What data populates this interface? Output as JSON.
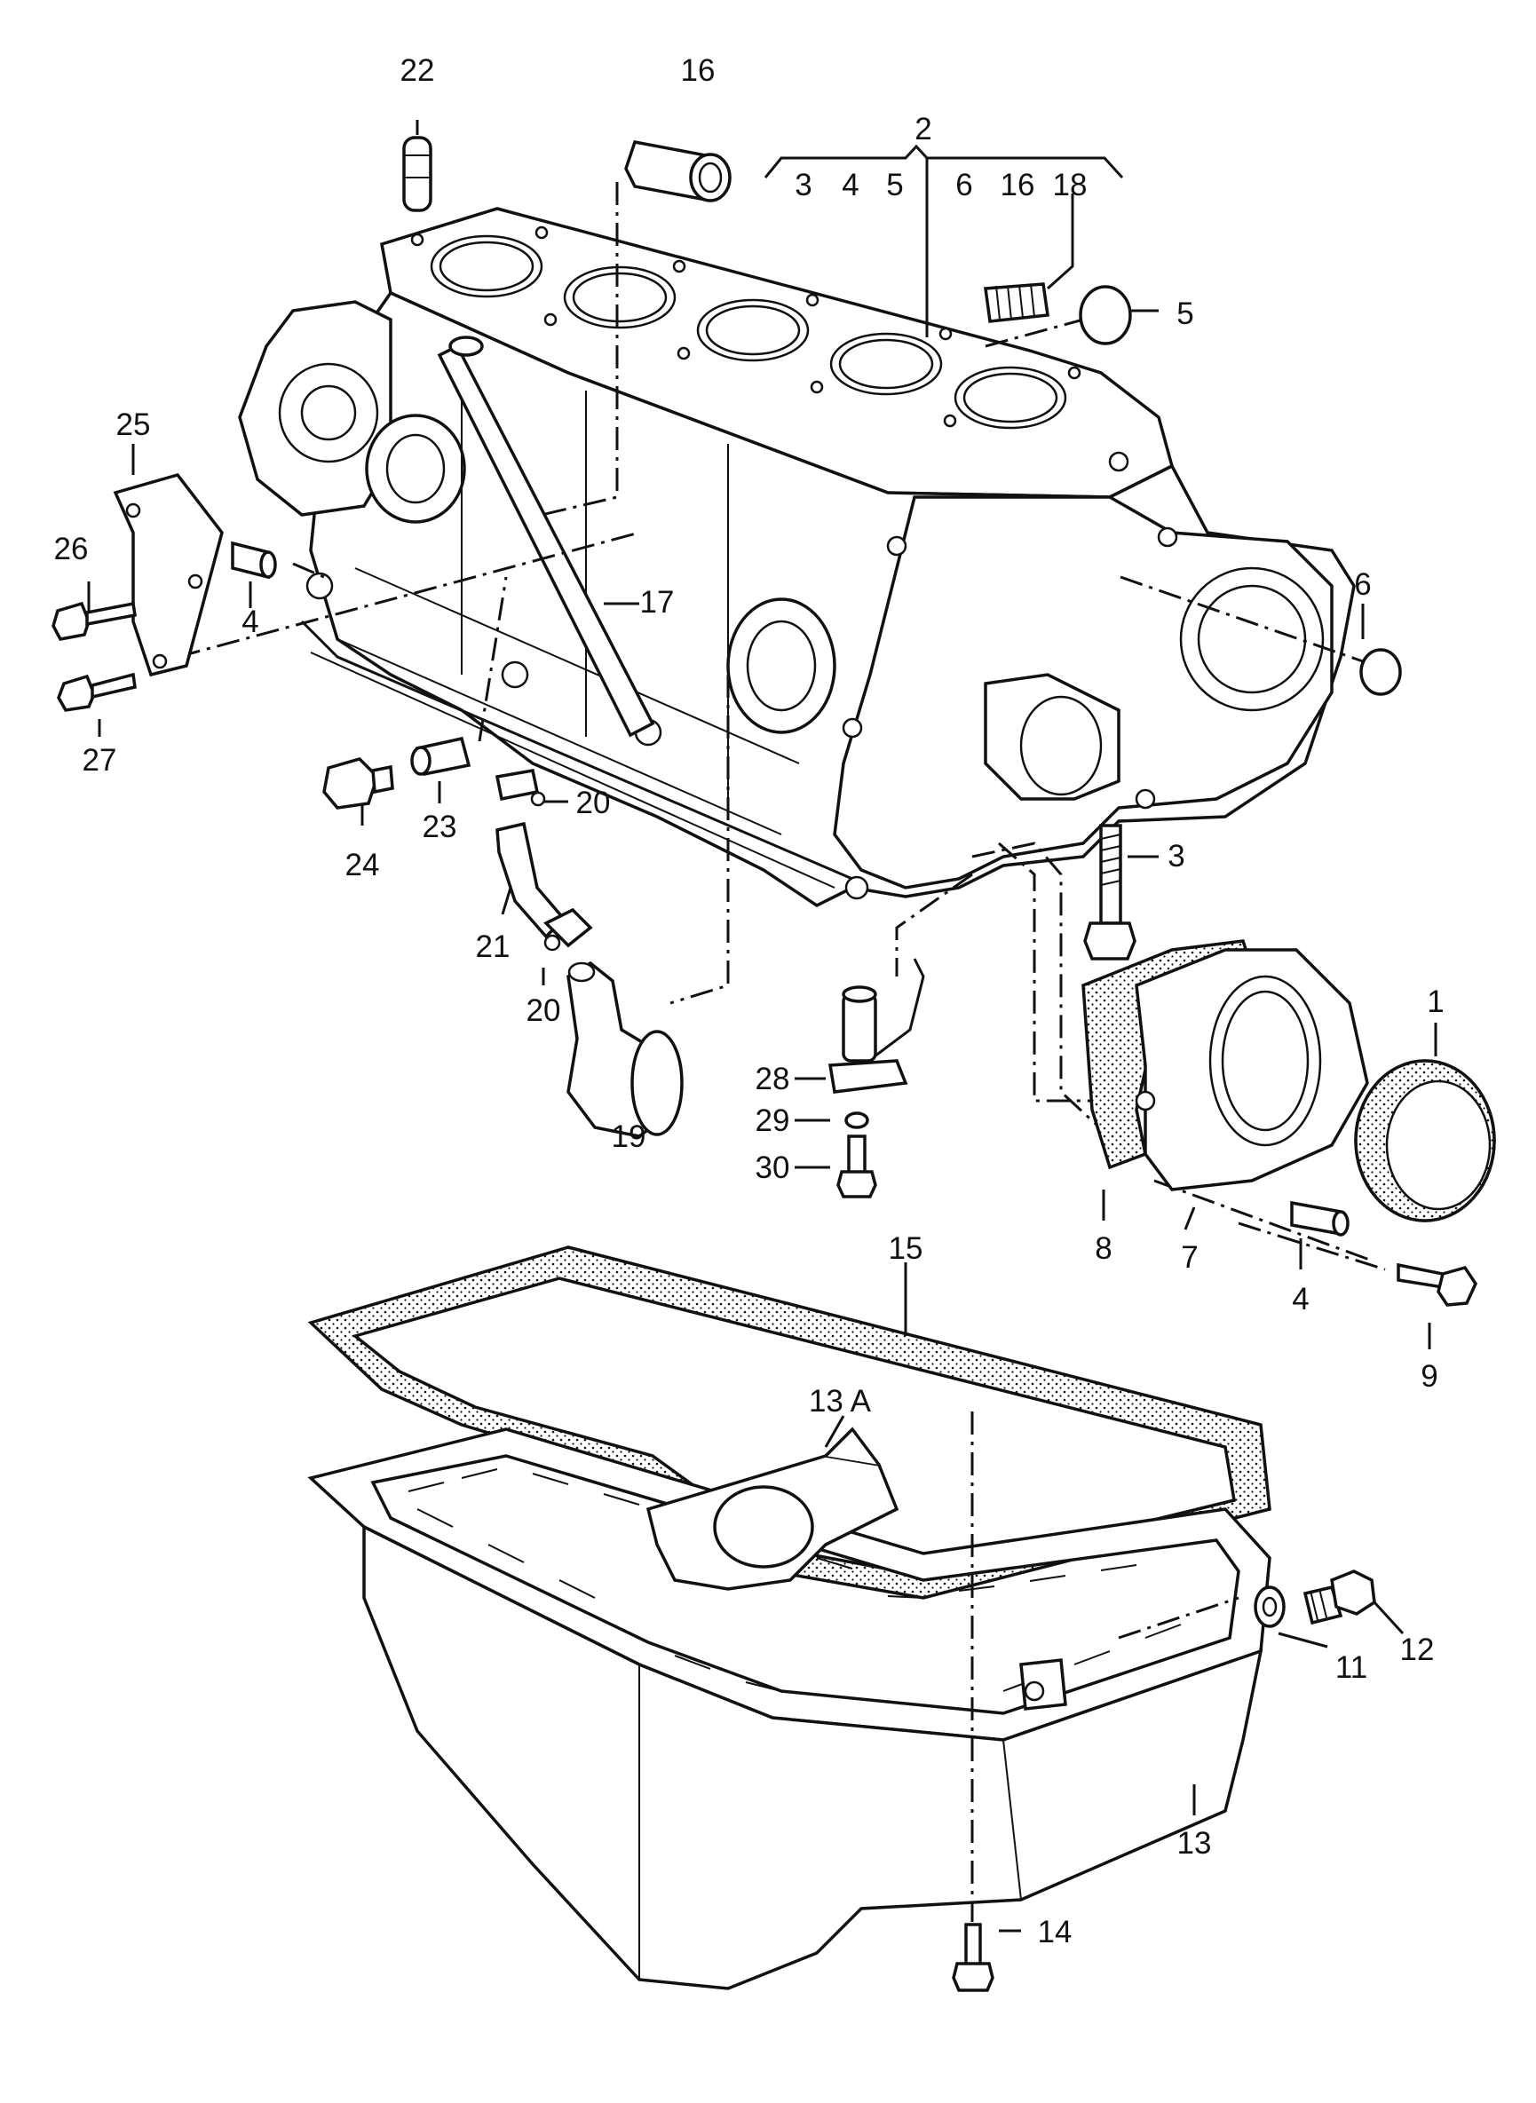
{
  "labels": {
    "l1": "1",
    "l2": "2",
    "l2_sub": [
      "3",
      "4",
      "5",
      "6",
      "16",
      "18"
    ],
    "l3": "3",
    "l4a": "4",
    "l4b": "4",
    "l5": "5",
    "l6": "6",
    "l7": "7",
    "l8": "8",
    "l9": "9",
    "l11": "11",
    "l12": "12",
    "l13": "13",
    "l13a": "13 A",
    "l14": "14",
    "l15": "15",
    "l16": "16",
    "l17": "17",
    "l19": "19",
    "l20a": "20",
    "l20b": "20",
    "l21": "21",
    "l22": "22",
    "l23": "23",
    "l24": "24",
    "l25": "25",
    "l26": "26",
    "l27": "27",
    "l28": "28",
    "l29": "29",
    "l30": "30"
  }
}
